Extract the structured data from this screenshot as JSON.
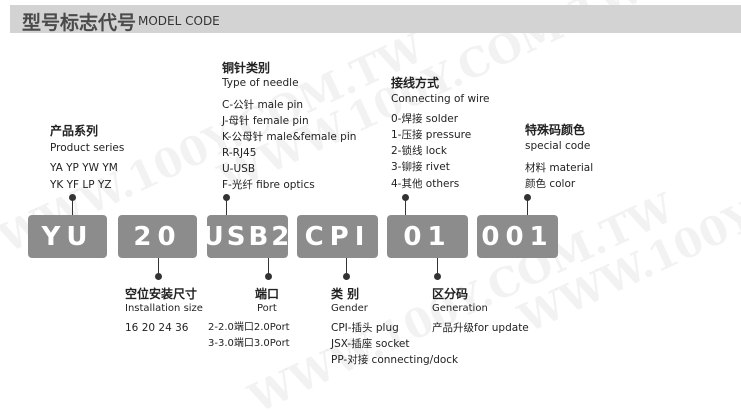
{
  "header": {
    "title_cn": "型号标志代号",
    "title_en": "MODEL CODE"
  },
  "watermark": "WWW.100Y.COM.TW",
  "codes": [
    "YU",
    "20",
    "USB2",
    "CPI",
    "01",
    "001"
  ],
  "product_series": {
    "title_cn": "产品系列",
    "title_en": "Product series",
    "lines": [
      "YA YP YW YM",
      "YK YF LP YZ"
    ]
  },
  "needle_type": {
    "title_cn": "铜针类别",
    "title_en": "Type of needle",
    "lines": [
      "C-公针 male pin",
      "J-母针 female pin",
      "K-公母针 male&female pin",
      "R-RJ45",
      "U-USB",
      "F-光纤 fibre optics"
    ]
  },
  "wire_connection": {
    "title_cn": "接线方式",
    "title_en": "Connecting of wire",
    "lines": [
      "0-焊接 solder",
      "1-压接 pressure",
      "2-锁线 lock",
      "3-铆接 rivet",
      "4-其他 others"
    ]
  },
  "special_code": {
    "title_cn": "特殊码颜色",
    "title_en": "special code",
    "lines": [
      "材料 material",
      "颜色 color"
    ]
  },
  "installation_size": {
    "title_cn": "空位安装尺寸",
    "title_en": "Installation size",
    "lines": [
      "16 20 24 36"
    ]
  },
  "port": {
    "title_cn": "端口",
    "title_en": "Port",
    "lines": [
      "2-2.0端口2.0Port",
      "3-3.0端口3.0Port"
    ]
  },
  "gender": {
    "title_cn": "类 别",
    "title_en": "Gender",
    "lines": [
      "CPI-插头 plug",
      "JSX-插座 socket",
      "PP-对接 connecting/dock"
    ]
  },
  "generation": {
    "title_cn": "区分码",
    "title_en": "Generation",
    "lines": [
      "产品升级for update"
    ]
  }
}
